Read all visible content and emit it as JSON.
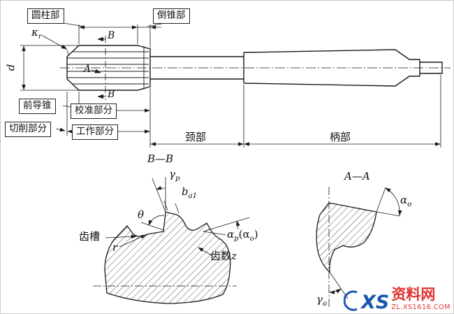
{
  "diagram": {
    "top_view": {
      "cylinder_part": "圆柱部",
      "back_taper_part": "倒锥部",
      "kappa": {
        "base": "κ",
        "sub": "r"
      },
      "diameter": "d",
      "section_b": "B",
      "section_a": "A",
      "front_guide_taper": "前导锥",
      "calibration_part": "校准部分",
      "cutting_part": "切削部分",
      "working_part": "工作部分",
      "neck_part": "颈部",
      "shank_part": "柄部"
    },
    "section_bb": {
      "title": "B—B",
      "gamma_p": {
        "base": "γ",
        "sub": "p"
      },
      "land_width": {
        "base": "b",
        "sub": "a1"
      },
      "theta": "θ",
      "tooth_groove": "齿槽",
      "fillet_r": "r",
      "alpha_p": {
        "p1": "α",
        "sub1": "p",
        "p2": "(α",
        "sub2": "o",
        "p3": ")"
      },
      "tooth_count": {
        "text": "齿数",
        "var": "z"
      }
    },
    "section_aa": {
      "title": "A—A",
      "alpha_o": {
        "base": "α",
        "sub": "o"
      },
      "gamma_o": {
        "base": "γ",
        "sub": "o"
      }
    }
  },
  "watermark": {
    "logo": "XS",
    "name": "资料网",
    "url": "ZL.XS1616.COM"
  },
  "colors": {
    "line": "#1a1a1a",
    "watermark_blue": "#1a56b0",
    "watermark_red": "#e03232",
    "background": "#ffffff"
  }
}
